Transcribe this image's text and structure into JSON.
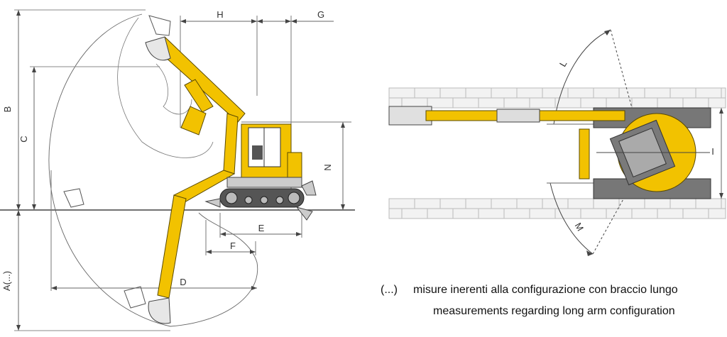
{
  "labels": {
    "A": "A(...)",
    "B": "B",
    "C": "C",
    "D": "D",
    "E": "E",
    "F": "F",
    "G": "G",
    "H": "H",
    "N": "N",
    "L": "L",
    "M": "M",
    "I": "I"
  },
  "notes": {
    "marker": "(...)",
    "italian": "misure inerenti alla configurazione con braccio lungo",
    "english": "measurements regarding long arm  configuration"
  },
  "colors": {
    "arm_yellow": "#f2c200",
    "arm_outline": "#5a4a00",
    "cab_grey": "#7a7a7a",
    "line": "#444444",
    "wall": "#bbbbbb"
  },
  "icons": [
    "excavator-side-view",
    "excavator-top-view",
    "brick-wall"
  ]
}
